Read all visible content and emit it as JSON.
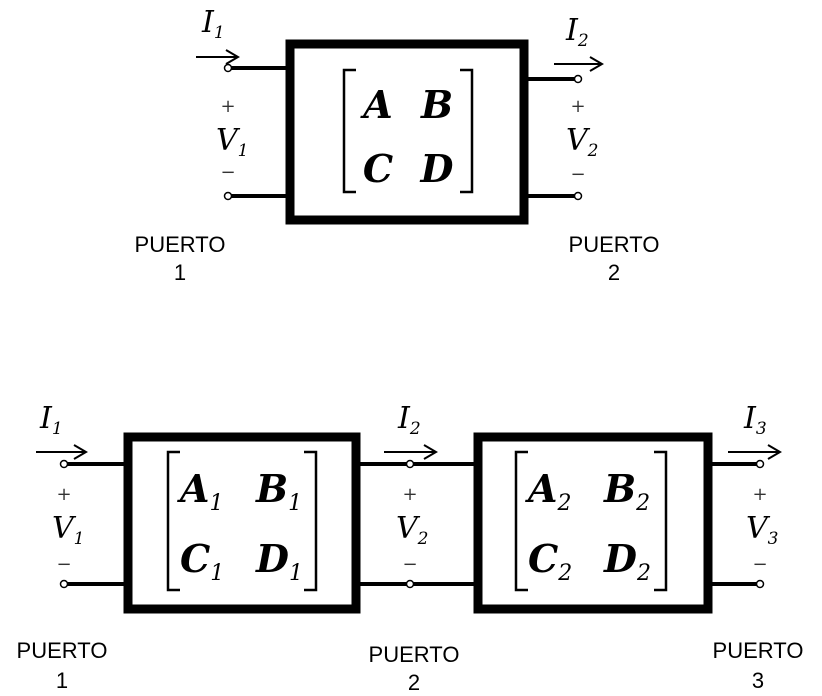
{
  "top": {
    "current_in": {
      "symbol": "I",
      "sub": "1"
    },
    "current_out": {
      "symbol": "I",
      "sub": "2"
    },
    "voltage_in": {
      "symbol": "V",
      "sub": "1",
      "plus": "+",
      "minus": "−"
    },
    "voltage_out": {
      "symbol": "V",
      "sub": "2",
      "plus": "+",
      "minus": "−"
    },
    "matrix": {
      "a": "A",
      "b": "B",
      "c": "C",
      "d": "D",
      "a_sub": "",
      "b_sub": "",
      "c_sub": "",
      "d_sub": ""
    },
    "ports": [
      {
        "name": "PUERTO",
        "number": "1"
      },
      {
        "name": "PUERTO",
        "number": "2"
      }
    ]
  },
  "bottom": {
    "currents": [
      {
        "symbol": "I",
        "sub": "1"
      },
      {
        "symbol": "I",
        "sub": "2"
      },
      {
        "symbol": "I",
        "sub": "3"
      }
    ],
    "voltages": [
      {
        "symbol": "V",
        "sub": "1",
        "plus": "+",
        "minus": "−"
      },
      {
        "symbol": "V",
        "sub": "2",
        "plus": "+",
        "minus": "−"
      },
      {
        "symbol": "V",
        "sub": "3",
        "plus": "+",
        "minus": "−"
      }
    ],
    "matrices": [
      {
        "a": "A",
        "b": "B",
        "c": "C",
        "d": "D",
        "a_sub": "1",
        "b_sub": "1",
        "c_sub": "1",
        "d_sub": "1"
      },
      {
        "a": "A",
        "b": "B",
        "c": "C",
        "d": "D",
        "a_sub": "2",
        "b_sub": "2",
        "c_sub": "2",
        "d_sub": "2"
      }
    ],
    "ports": [
      {
        "name": "PUERTO",
        "number": "1"
      },
      {
        "name": "PUERTO",
        "number": "2"
      },
      {
        "name": "PUERTO",
        "number": "3"
      }
    ]
  }
}
